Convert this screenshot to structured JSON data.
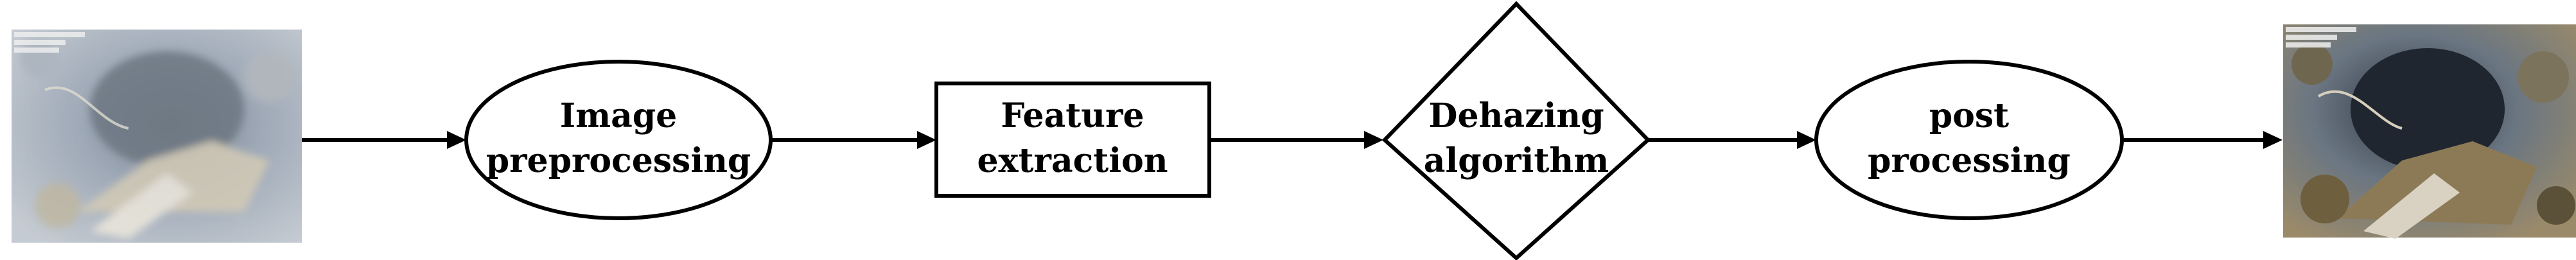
{
  "diagram": {
    "input_image": {
      "label": "hazy underwater input image"
    },
    "output_image": {
      "label": "dehazed output image"
    },
    "nodes": [
      {
        "lines": [
          "Image",
          "preprocessing"
        ]
      },
      {
        "lines": [
          "Feature",
          "extraction"
        ]
      },
      {
        "lines": [
          "Dehazing",
          "algorithm"
        ]
      },
      {
        "lines": [
          "post",
          "processing"
        ]
      }
    ]
  },
  "colors": {
    "stroke": "#000000",
    "background": "#ffffff",
    "haze_tint": "#8a9ab0",
    "clear_tint": "#6b7a88"
  }
}
